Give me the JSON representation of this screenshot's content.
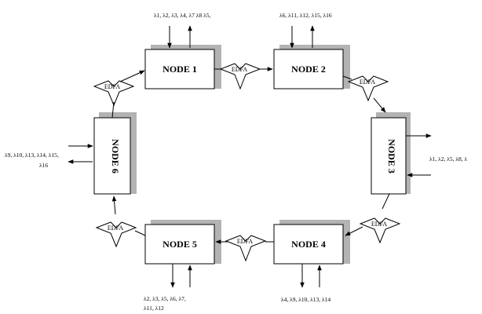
{
  "nodes": {
    "n1": "NODE 1",
    "n2": "NODE 2",
    "n3": "NODE 3",
    "n4": "NODE 4",
    "n5": "NODE 5",
    "n6": "NODE 6"
  },
  "amplifier_label": "EDFA",
  "wavelengths": {
    "node1": "λ1, λ2, λ3, λ4, λ7 λ8 λ5,",
    "node2": "λ6, λ11, λ12, λ15, λ16",
    "node3": "λ1, λ2, λ5, λ8, λ",
    "node4": "λ4, λ9, λ10, λ13, λ14",
    "node5_line1": "λ2, λ3, λ5, λ6, λ7,",
    "node5_line2": "λ11, λ12",
    "node6_line1": "λ9, λ10, λ13, λ14, λ15,",
    "node6_line2": "λ16"
  }
}
